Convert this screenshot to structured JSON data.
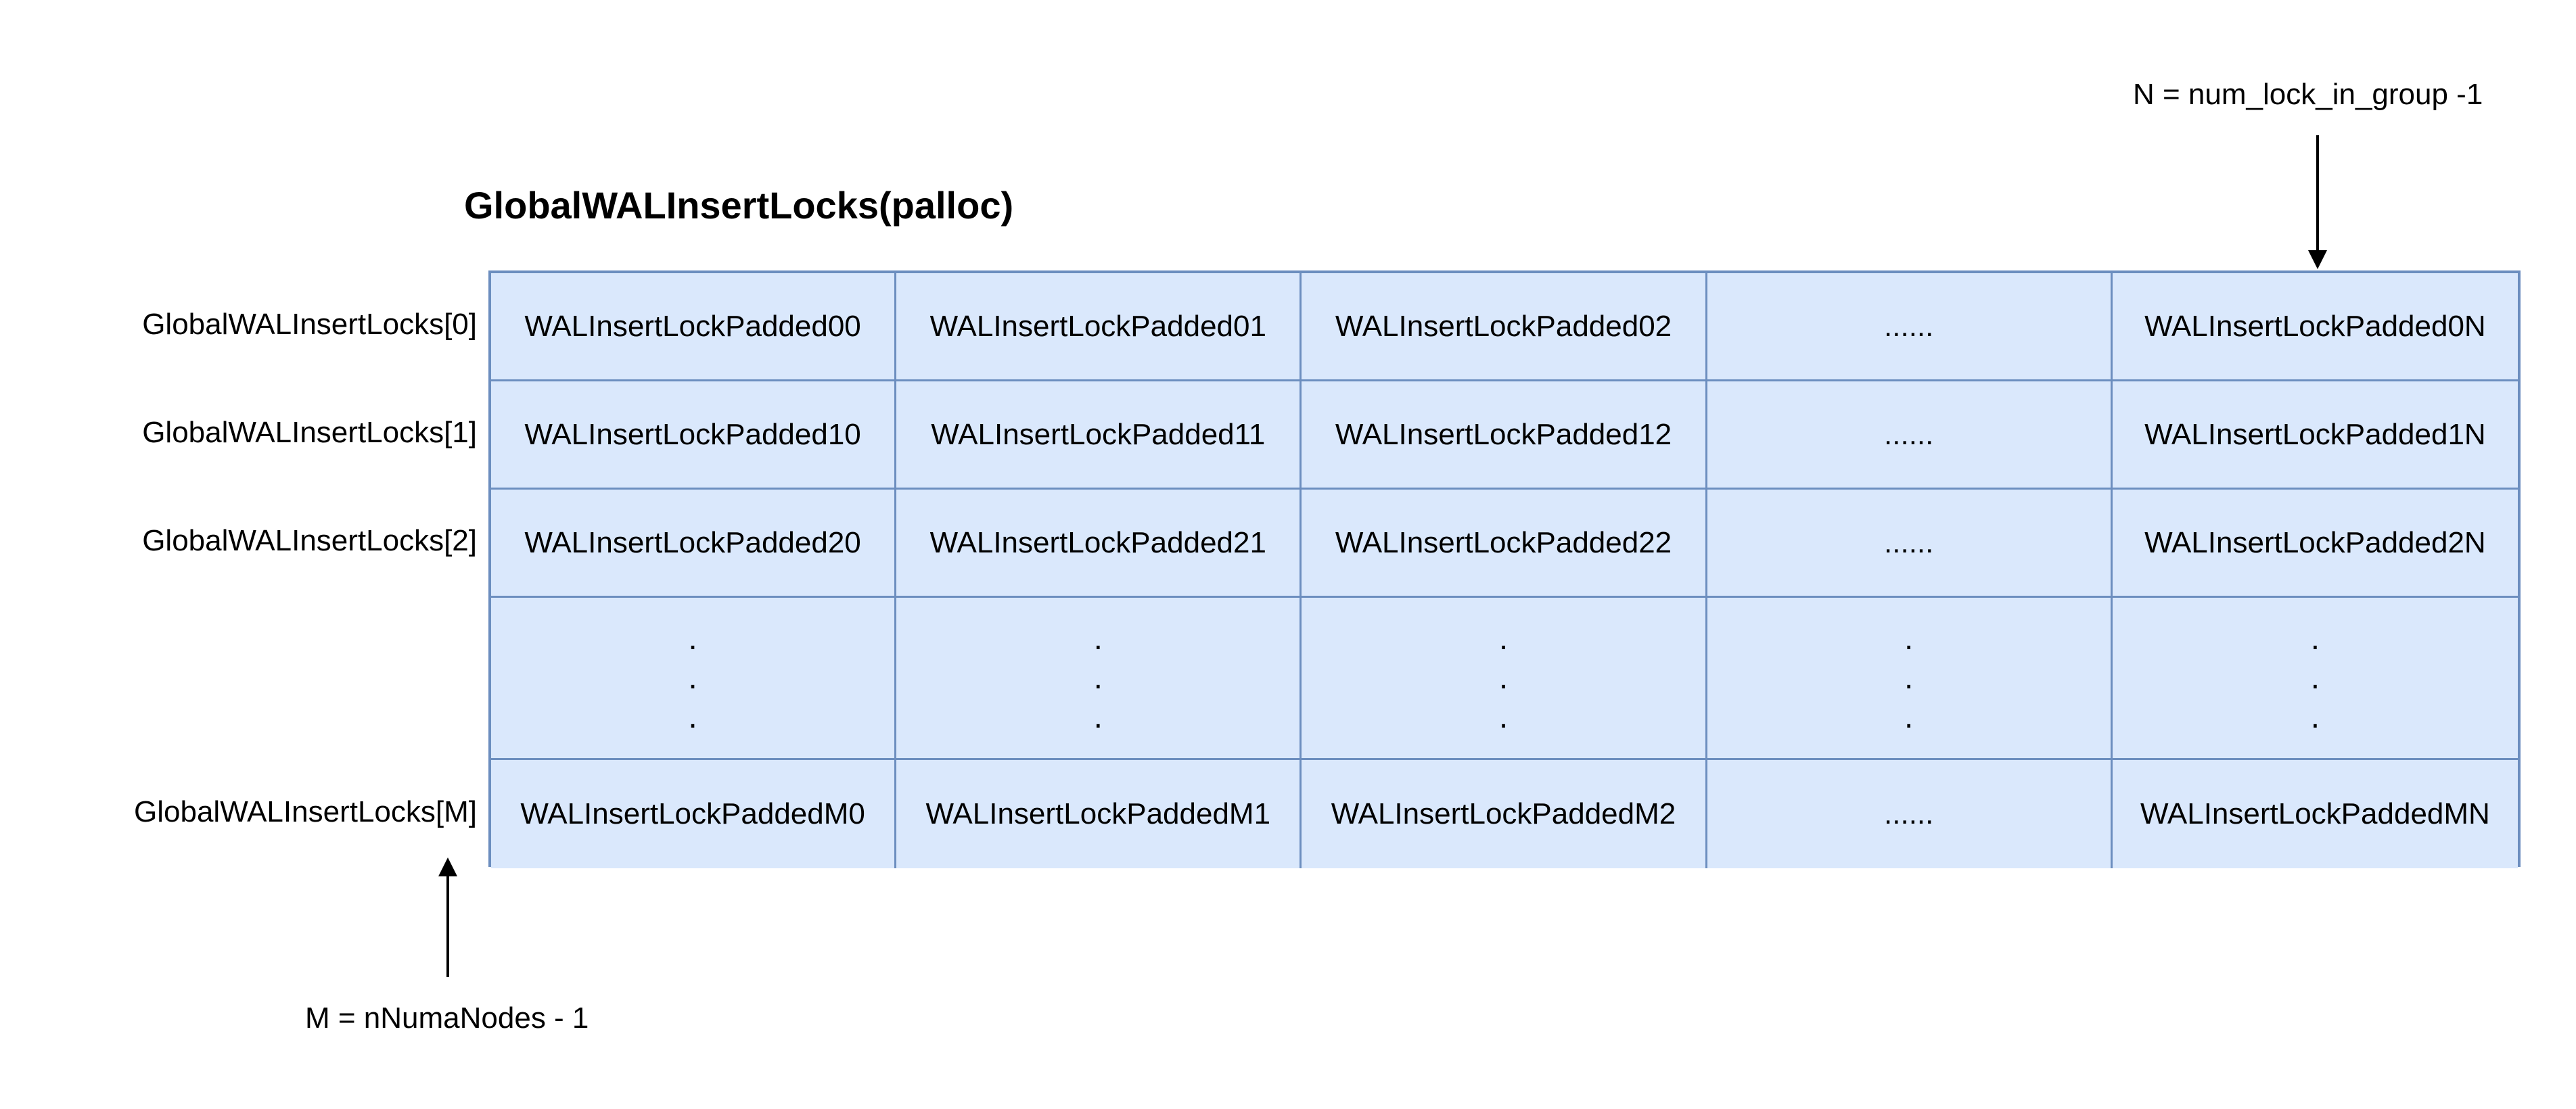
{
  "title": "GlobalWALInsertLocks(palloc)",
  "row_labels": [
    "GlobalWALInsertLocks[0]",
    "GlobalWALInsertLocks[1]",
    "GlobalWALInsertLocks[2]",
    "",
    "GlobalWALInsertLocks[M]"
  ],
  "rows": [
    [
      "WALInsertLockPadded00",
      "WALInsertLockPadded01",
      "WALInsertLockPadded02",
      "......",
      "WALInsertLockPadded0N"
    ],
    [
      "WALInsertLockPadded10",
      "WALInsertLockPadded11",
      "WALInsertLockPadded12",
      "......",
      "WALInsertLockPadded1N"
    ],
    [
      "WALInsertLockPadded20",
      "WALInsertLockPadded21",
      "WALInsertLockPadded22",
      "......",
      "WALInsertLockPadded2N"
    ],
    [
      ".",
      ".",
      ".",
      ".",
      "."
    ],
    [
      "WALInsertLockPaddedM0",
      "WALInsertLockPaddedM1",
      "WALInsertLockPaddedM2",
      "......",
      "WALInsertLockPaddedMN"
    ]
  ],
  "annotations": {
    "n_definition": "N = num_lock_in_group -1",
    "m_definition": "M = nNumaNodes - 1"
  },
  "colors": {
    "cell_fill": "#dae8fc",
    "cell_border": "#6c8ebf",
    "arrow": "#000000"
  }
}
